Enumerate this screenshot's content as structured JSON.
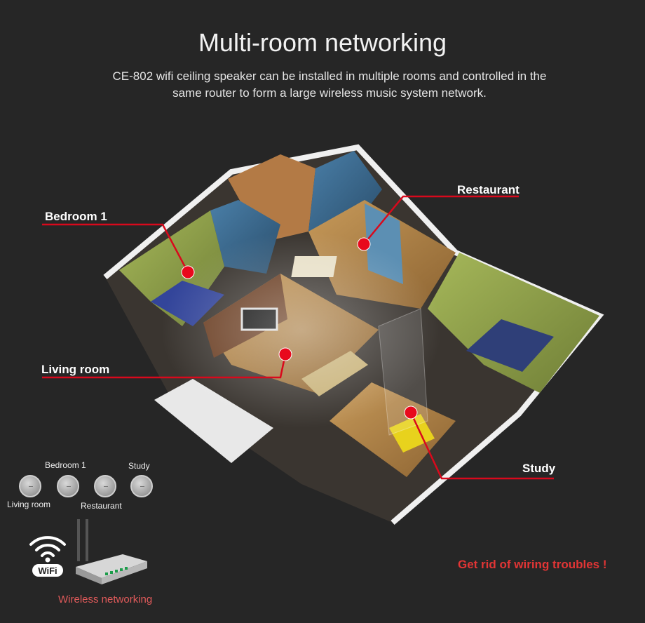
{
  "title": "Multi-room networking",
  "subtitle": "CE-802 wifi ceiling speaker can be installed in multiple rooms and controlled in the same router to form a large wireless music system network.",
  "callouts": {
    "bedroom": "Bedroom 1",
    "restaurant": "Restaurant",
    "living": "Living room",
    "study": "Study"
  },
  "speakers": {
    "bedroom": "Bedroom 1",
    "study": "Study",
    "living": "Living room",
    "restaurant": "Restaurant"
  },
  "wifi_logo_text": "WiFi",
  "wireless_label": "Wireless networking",
  "slogan": "Get rid of wiring troubles !",
  "colors": {
    "background": "#262626",
    "accent_red": "#d9091c",
    "slogan_red": "#e23535"
  }
}
